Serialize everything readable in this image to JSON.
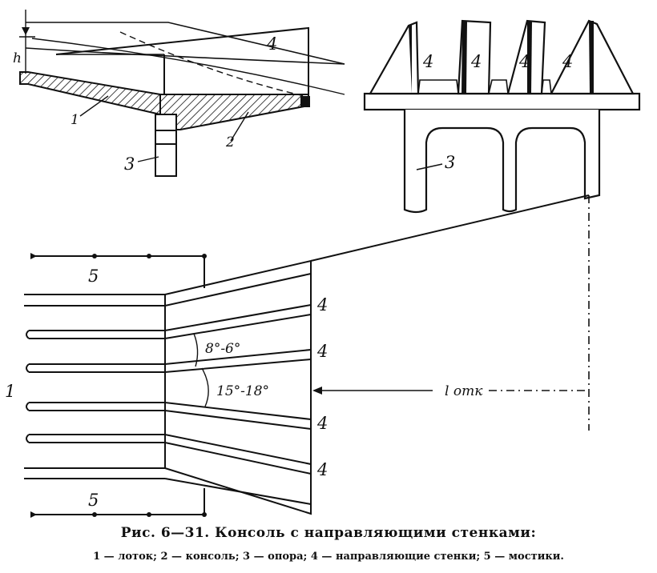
{
  "labels": {
    "side_wall": "4",
    "side_pos1": "1",
    "side_pos2": "2",
    "side_pos3": "3",
    "side_h": "h",
    "front_wall_a": "4",
    "front_wall_b": "4",
    "front_wall_c": "4",
    "front_wall_d": "4",
    "front_pier": "3",
    "plan_bridge_top": "5",
    "plan_bridge_bottom": "5",
    "plan_chute": "1",
    "plan_wall_1": "4",
    "plan_wall_2": "4",
    "plan_wall_3": "4",
    "plan_wall_4": "4",
    "plan_distance": "l отк"
  },
  "angles": {
    "small": "8°-6°",
    "large": "15°-18°"
  },
  "caption": {
    "title": "Рис. 6—31. Консоль с направляющими стенками:",
    "legend": "1 — лоток;  2 — консоль;  3 — опора;  4 — направляющие стенки;  5 — мостики."
  }
}
